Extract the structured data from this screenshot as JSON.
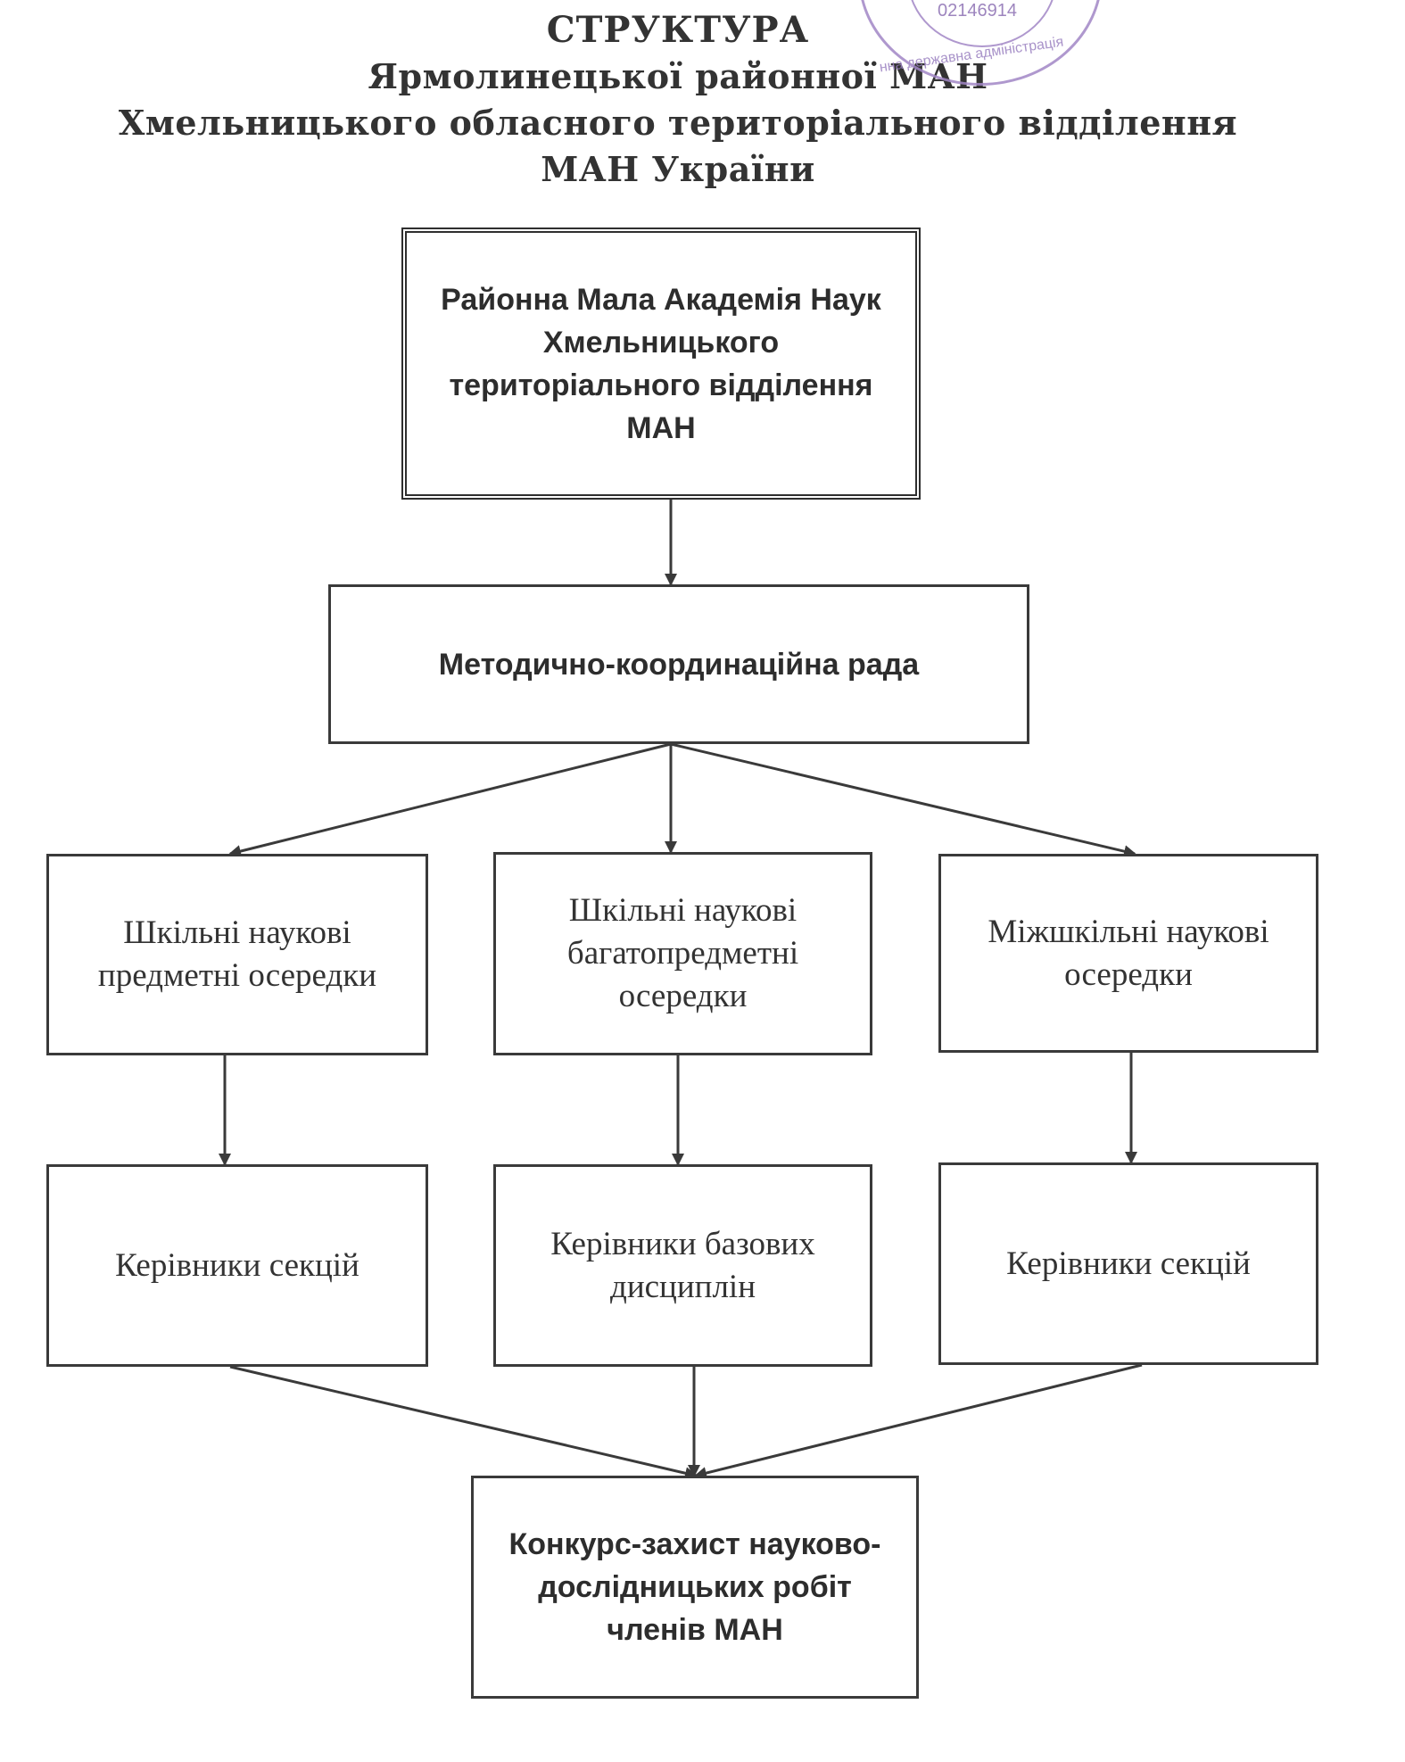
{
  "title": {
    "line1": "СТРУКТУРА",
    "line2": "Ярмолинецької районної МАН",
    "line3": "Хмельницького обласного територіального відділення",
    "line4": "МАН України"
  },
  "stamp": {
    "code": "02146914",
    "ring_text": "нна державна адміністрація"
  },
  "nodes": {
    "root": "Районна Мала Академія Наук Хмельницького територіального відділення МАН",
    "council": "Методично-координаційна рада",
    "school_subject": "Шкільні наукові предметні осередки",
    "school_multi": "Шкільні наукові багатопредметні осередки",
    "interschool": "Міжшкільні наукові осередки",
    "heads_left": "Керівники секцій",
    "heads_base": "Керівники базових дисциплін",
    "heads_right": "Керівники секцій",
    "contest": "Конкурс-захист науково-дослідницьких робіт членів МАН"
  },
  "colors": {
    "stamp": "#a287c6",
    "border": "#3a3a3a"
  }
}
